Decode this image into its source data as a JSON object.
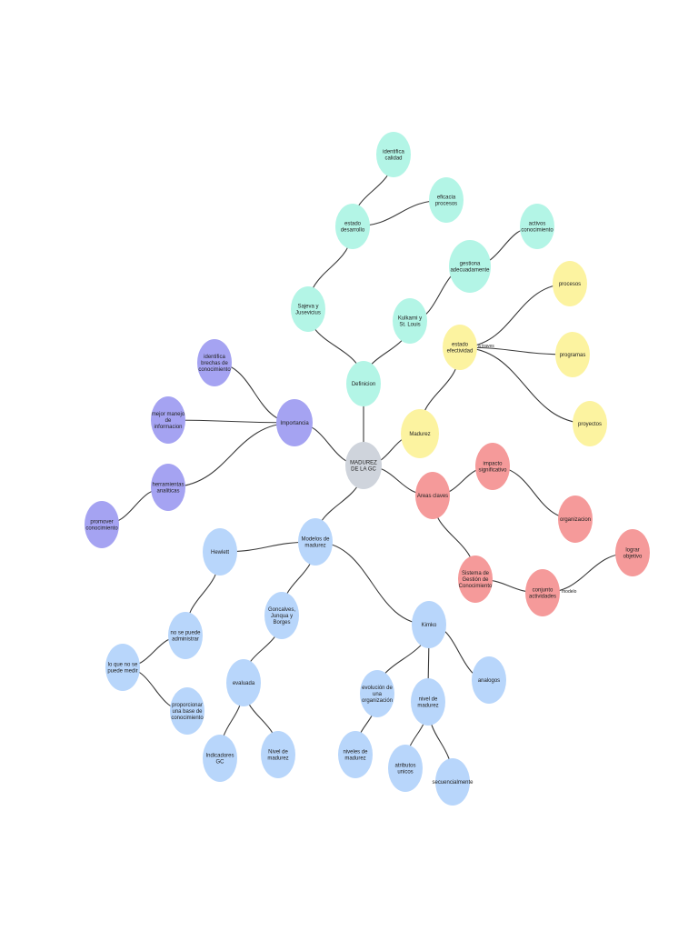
{
  "colors": {
    "center": "#cfd4dc",
    "teal": "#b3f5e6",
    "yellow": "#fcf3a0",
    "red": "#f59a9a",
    "purple": "#a5a3f2",
    "blue": "#b8d6fb",
    "edge": "#3a3a3a"
  },
  "nodes": [
    {
      "id": "center",
      "label": "MADUREZ DE LA GC",
      "color": "center"
    },
    {
      "id": "definicion",
      "label": "Definicion",
      "color": "teal"
    },
    {
      "id": "sajeva",
      "label": "Sajeva y Jusevicius",
      "color": "teal"
    },
    {
      "id": "estado_desarrollo",
      "label": "estado desarrollo",
      "color": "teal"
    },
    {
      "id": "identifica_calidad",
      "label": "identifica calidad",
      "color": "teal"
    },
    {
      "id": "eficacia_procesos",
      "label": "eficacia procesos",
      "color": "teal"
    },
    {
      "id": "kulkarni",
      "label": "Kulkarni y St. Louis",
      "color": "teal"
    },
    {
      "id": "gestiona",
      "label": "gestiona adecuadamente",
      "color": "teal"
    },
    {
      "id": "activos",
      "label": "activos conocimiento",
      "color": "teal"
    },
    {
      "id": "madurez",
      "label": "Madurez",
      "color": "yellow"
    },
    {
      "id": "estado_efectividad",
      "label": "estado efectividad",
      "color": "yellow"
    },
    {
      "id": "procesos",
      "label": "procesos",
      "color": "yellow"
    },
    {
      "id": "programas",
      "label": "programas",
      "color": "yellow"
    },
    {
      "id": "proyectos",
      "label": "proyectos",
      "color": "yellow"
    },
    {
      "id": "areas_clave",
      "label": "Areas claves",
      "color": "red"
    },
    {
      "id": "impacto",
      "label": "impacto significativo",
      "color": "red"
    },
    {
      "id": "organizacion",
      "label": "organizacion",
      "color": "red"
    },
    {
      "id": "sistema",
      "label": "Sistema de Gestión de Conocimiento",
      "color": "red"
    },
    {
      "id": "conjunto",
      "label": "conjunto actividades",
      "color": "red"
    },
    {
      "id": "lograr",
      "label": "lograr objetivo",
      "color": "red"
    },
    {
      "id": "importancia",
      "label": "Importancia",
      "color": "purple"
    },
    {
      "id": "identifica_brechas",
      "label": "identifica brechas de conocimiento",
      "color": "purple"
    },
    {
      "id": "mejor_manejo",
      "label": "mejor manejo de informacion",
      "color": "purple"
    },
    {
      "id": "herramientas",
      "label": "herramientas analiticas",
      "color": "purple"
    },
    {
      "id": "promover",
      "label": "promover conocimiento",
      "color": "purple"
    },
    {
      "id": "modelos",
      "label": "Modelos de madurez",
      "color": "blue"
    },
    {
      "id": "hewlett",
      "label": "Hewlett",
      "color": "blue"
    },
    {
      "id": "no_se_puede",
      "label": "no se puede administrar",
      "color": "blue"
    },
    {
      "id": "lo_que_no",
      "label": "lo que no se puede medir",
      "color": "blue"
    },
    {
      "id": "proporcionar",
      "label": "proporcionar una base de conocimiento",
      "color": "blue"
    },
    {
      "id": "goncalves",
      "label": "Goncalves, Junqua y Borges",
      "color": "blue"
    },
    {
      "id": "evaluada",
      "label": "evaluada",
      "color": "blue"
    },
    {
      "id": "indicadores",
      "label": "Indicadores GC",
      "color": "blue"
    },
    {
      "id": "nivel_madurez_a",
      "label": "Nivel de madurez",
      "color": "blue"
    },
    {
      "id": "kimko",
      "label": "Kimko",
      "color": "blue"
    },
    {
      "id": "analogos",
      "label": "analogos",
      "color": "blue"
    },
    {
      "id": "evolucion",
      "label": "evolución de una organización",
      "color": "blue"
    },
    {
      "id": "nivel_madurez_b",
      "label": "nivel de madurez",
      "color": "blue"
    },
    {
      "id": "niveles",
      "label": "niveles de madurez",
      "color": "blue"
    },
    {
      "id": "atributos",
      "label": "atributos unicos",
      "color": "blue"
    },
    {
      "id": "secuencialmente",
      "label": "secuencialmente",
      "color": "blue"
    }
  ],
  "edge_labels": [
    {
      "id": "a_traves",
      "label": "a traves"
    },
    {
      "id": "modelo",
      "label": "modelo"
    }
  ]
}
